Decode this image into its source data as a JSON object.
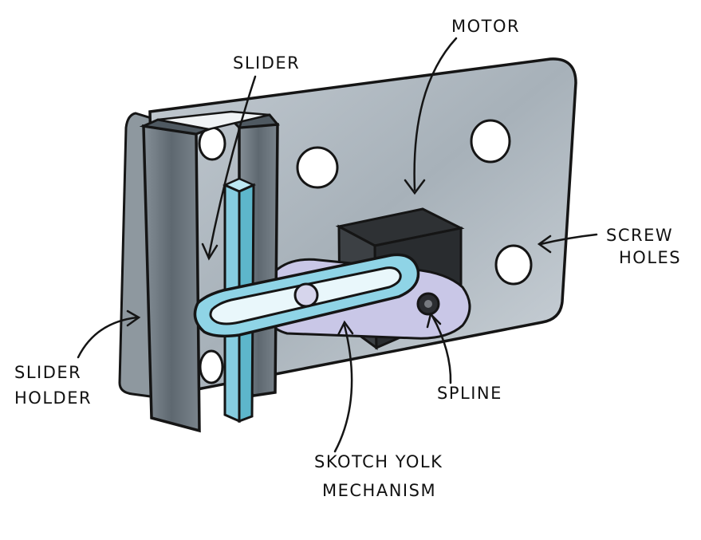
{
  "labels": {
    "motor": "MOTOR",
    "slider": "SLIDER",
    "screw_holes": [
      "SCREW",
      "HOLES"
    ],
    "slider_holder": [
      "SLIDER",
      "HOLDER"
    ],
    "spline": "SPLINE",
    "mechanism": [
      "SKOTCH YOLK",
      "MECHANISM"
    ]
  },
  "colors": {
    "plate": "#a9b3bb",
    "plate_light": "#cfd6dc",
    "holder": "#6b767e",
    "holder_dark": "#4e5860",
    "slider": "#86cde0",
    "slider_dark": "#4fa9bf",
    "motor": "#3a3d40",
    "crank": "#c8c6e6",
    "outline": "#151515"
  }
}
